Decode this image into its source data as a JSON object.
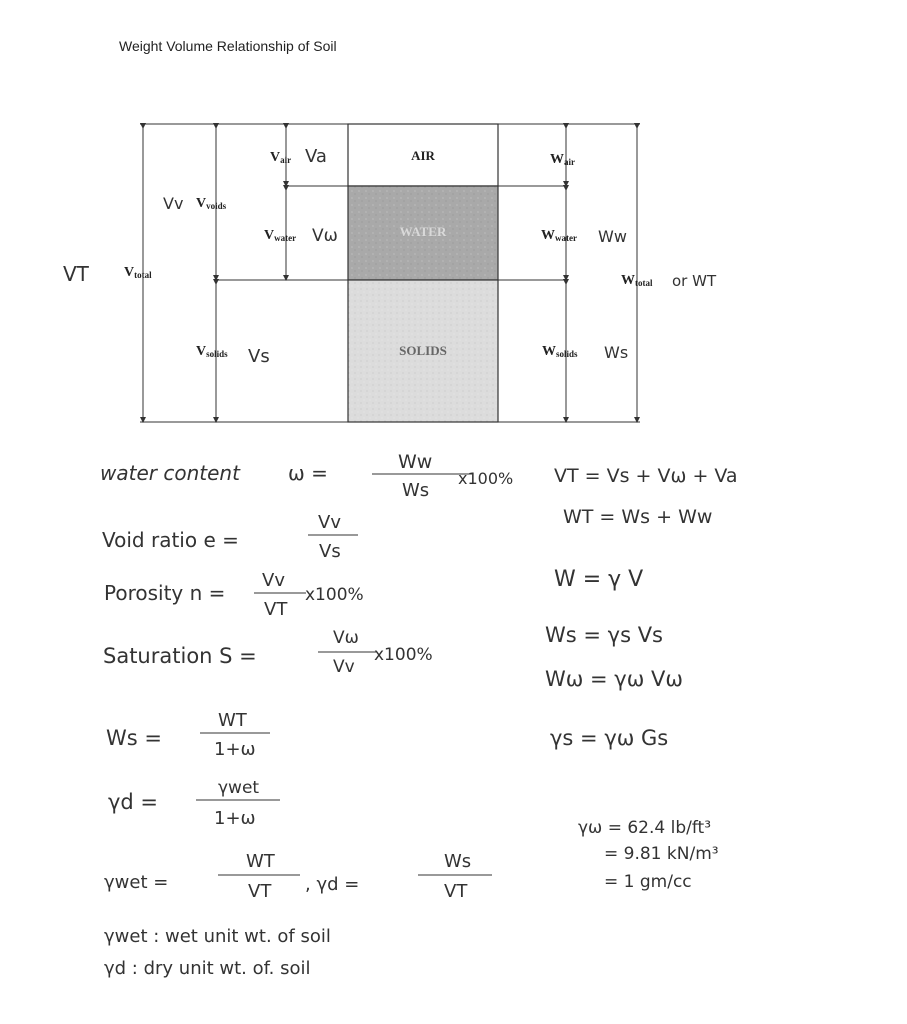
{
  "title": "Weight Volume Relationship of Soil",
  "phases": {
    "air": "AIR",
    "water": "WATER",
    "solids": "SOLIDS"
  },
  "labels": {
    "v_air": "V",
    "v_air_sub": "air",
    "v_air_hw": "Va",
    "v_voids_hw": "Vv",
    "v_voids": "V",
    "v_voids_sub": "voids",
    "v_water": "V",
    "v_water_sub": "water",
    "v_water_hw": "Vω",
    "v_total_hw": "VT",
    "v_total": "V",
    "v_total_sub": "total",
    "v_solids": "V",
    "v_solids_sub": "solids",
    "v_solids_hw": "Vs",
    "w_air": "W",
    "w_air_sub": "air",
    "w_water": "W",
    "w_water_sub": "water",
    "w_water_hw": "Ww",
    "w_total": "W",
    "w_total_sub": "total",
    "w_total_hw": "or WT",
    "w_solids": "W",
    "w_solids_sub": "solids",
    "w_solids_hw": "Ws"
  },
  "equations": {
    "wc_label": "water content",
    "wc_lhs": "ω =",
    "wc_num": "Ww",
    "wc_den": "Ws",
    "wc_tail": "x100%",
    "vt_sum": "VT = Vs + Vω + Va",
    "wt_sum": "WT = Ws + Ww",
    "vr_label": "Void ratio  e =",
    "vr_num": "Vv",
    "vr_den": "Vs",
    "po_label": "Porosity   n =",
    "po_num": "Vv",
    "po_den": "VT",
    "po_tail": "x100%",
    "sa_label": "Saturation  S =",
    "sa_num": "Vω",
    "sa_den": "Vv",
    "sa_tail": "x100%",
    "w_gv": "W = γ V",
    "ws_gv": "Ws = γs Vs",
    "ww_gv": "Wω = γω Vω",
    "ws_lhs": "Ws =",
    "ws_num": "WT",
    "ws_den": "1+ω",
    "gs_gw": "γs = γω Gs",
    "gd_lhs": "γd =",
    "gd_num": "γwet",
    "gd_den": "1+ω",
    "gw_line1": "γω = 62.4 lb/ft³",
    "gw_line2": "= 9.81 kN/m³",
    "gw_line3": "= 1 gm/cc",
    "gwet_lhs": "γwet =",
    "gwet_num": "WT",
    "gwet_den": "VT",
    "gd2_lhs": ",  γd =",
    "gd2_num": "Ws",
    "gd2_den": "VT",
    "def_wet": "γwet : wet unit wt. of soil",
    "def_dry": "γd : dry unit wt. of. soil"
  }
}
